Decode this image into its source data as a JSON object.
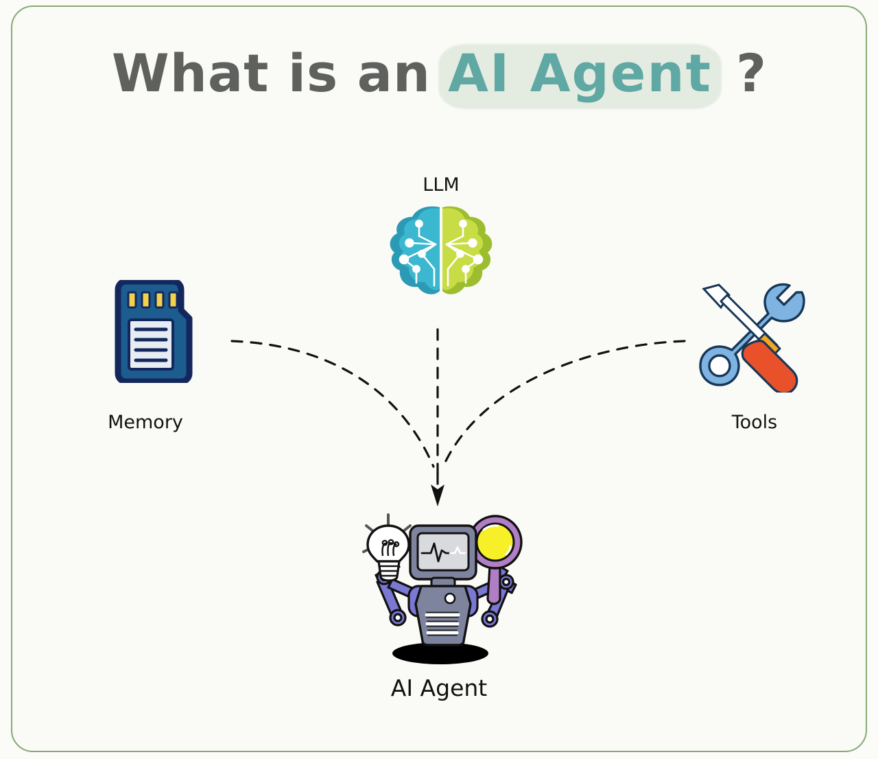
{
  "page": {
    "background_color": "#fafbf7",
    "border_color": "#86a873"
  },
  "title": {
    "prefix": "What is an",
    "accent": "AI Agent",
    "suffix": "?",
    "prefix_color": "#5f615e",
    "accent_color": "#5fa8a3",
    "highlight_color": "#e4ece2"
  },
  "nodes": {
    "llm": {
      "label": "LLM",
      "icon": "brain-icon",
      "left_hemisphere_color": "#2fa9c4",
      "right_hemisphere_color": "#c2d844"
    },
    "memory": {
      "label": "Memory",
      "icon": "sd-card-icon",
      "body_color": "#1d5c8e",
      "outline_color": "#13275c",
      "pin_color": "#f2d24b",
      "label_panel_color": "#e8ecf3",
      "pin_count": 4,
      "line_count": 4
    },
    "tools": {
      "label": "Tools",
      "icon": "wrench-screwdriver-icon",
      "wrench_color": "#7fb3e2",
      "screwdriver_handle_color": "#e8512a",
      "screwdriver_ferrule_color": "#f5a623",
      "screwdriver_tip_color": "#ffffff"
    },
    "agent": {
      "label": "AI Agent",
      "icon": "robot-icon",
      "body_color": "#7e839e",
      "arm_color": "#7b78d4",
      "screen_color": "#d9dade",
      "screen_content": "heartbeat-waveform",
      "left_hand_item": "lightbulb-icon",
      "right_hand_item": "magnifying-glass-icon",
      "magnifier_ring_color": "#b07ec4",
      "magnifier_lens_color": "#f7f028",
      "shadow_color": "#000000"
    }
  },
  "connections": [
    {
      "from": "memory",
      "to": "agent",
      "style": "dashed-curve"
    },
    {
      "from": "llm",
      "to": "agent",
      "style": "dashed-straight"
    },
    {
      "from": "tools",
      "to": "agent",
      "style": "dashed-curve"
    }
  ],
  "arrow": {
    "color": "#111111",
    "dash_pattern": "14 12",
    "stroke_width": 3
  }
}
